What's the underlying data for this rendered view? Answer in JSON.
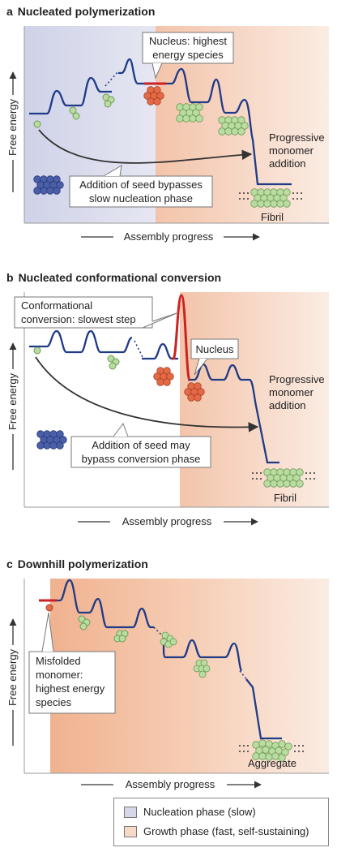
{
  "panels": {
    "a": {
      "letter": "a",
      "title": "Nucleated polymerization",
      "y_label": "Free energy",
      "x_label": "Assembly progress",
      "callout_nucleus": [
        "Nucleus: highest",
        "energy species"
      ],
      "callout_seed": [
        "Addition of seed bypasses",
        "slow nucleation phase"
      ],
      "progressive": [
        "Progressive",
        "monomer",
        "addition"
      ],
      "end_label": "Fibril"
    },
    "b": {
      "letter": "b",
      "title": "Nucleated conformational conversion",
      "y_label": "Free energy",
      "x_label": "Assembly progress",
      "callout_conversion": [
        "Conformational",
        "conversion: slowest step"
      ],
      "callout_nucleus": "Nucleus",
      "callout_seed": [
        "Addition of seed may",
        "bypass conversion phase"
      ],
      "progressive": [
        "Progressive",
        "monomer",
        "addition"
      ],
      "end_label": "Fibril"
    },
    "c": {
      "letter": "c",
      "title": "Downhill polymerization",
      "y_label": "Free energy",
      "x_label": "Assembly progress",
      "callout_misfolded": [
        "Misfolded",
        "monomer:",
        "highest energy",
        "species"
      ],
      "end_label": "Aggregate"
    }
  },
  "legend": {
    "nucleation": "Nucleation phase (slow)",
    "growth": "Growth phase (fast, self-sustaining)"
  },
  "colors": {
    "nucleation_phase": "#d6d8ea",
    "growth_phase": "#f8d9c8",
    "growth_phase_deep": "#f2b99a",
    "energy_line": "#1f3b86",
    "highlight": "#cc2222",
    "monomer": "#b9dca1",
    "nucleus": "#e46a45",
    "seed": "#4a5fa8"
  }
}
